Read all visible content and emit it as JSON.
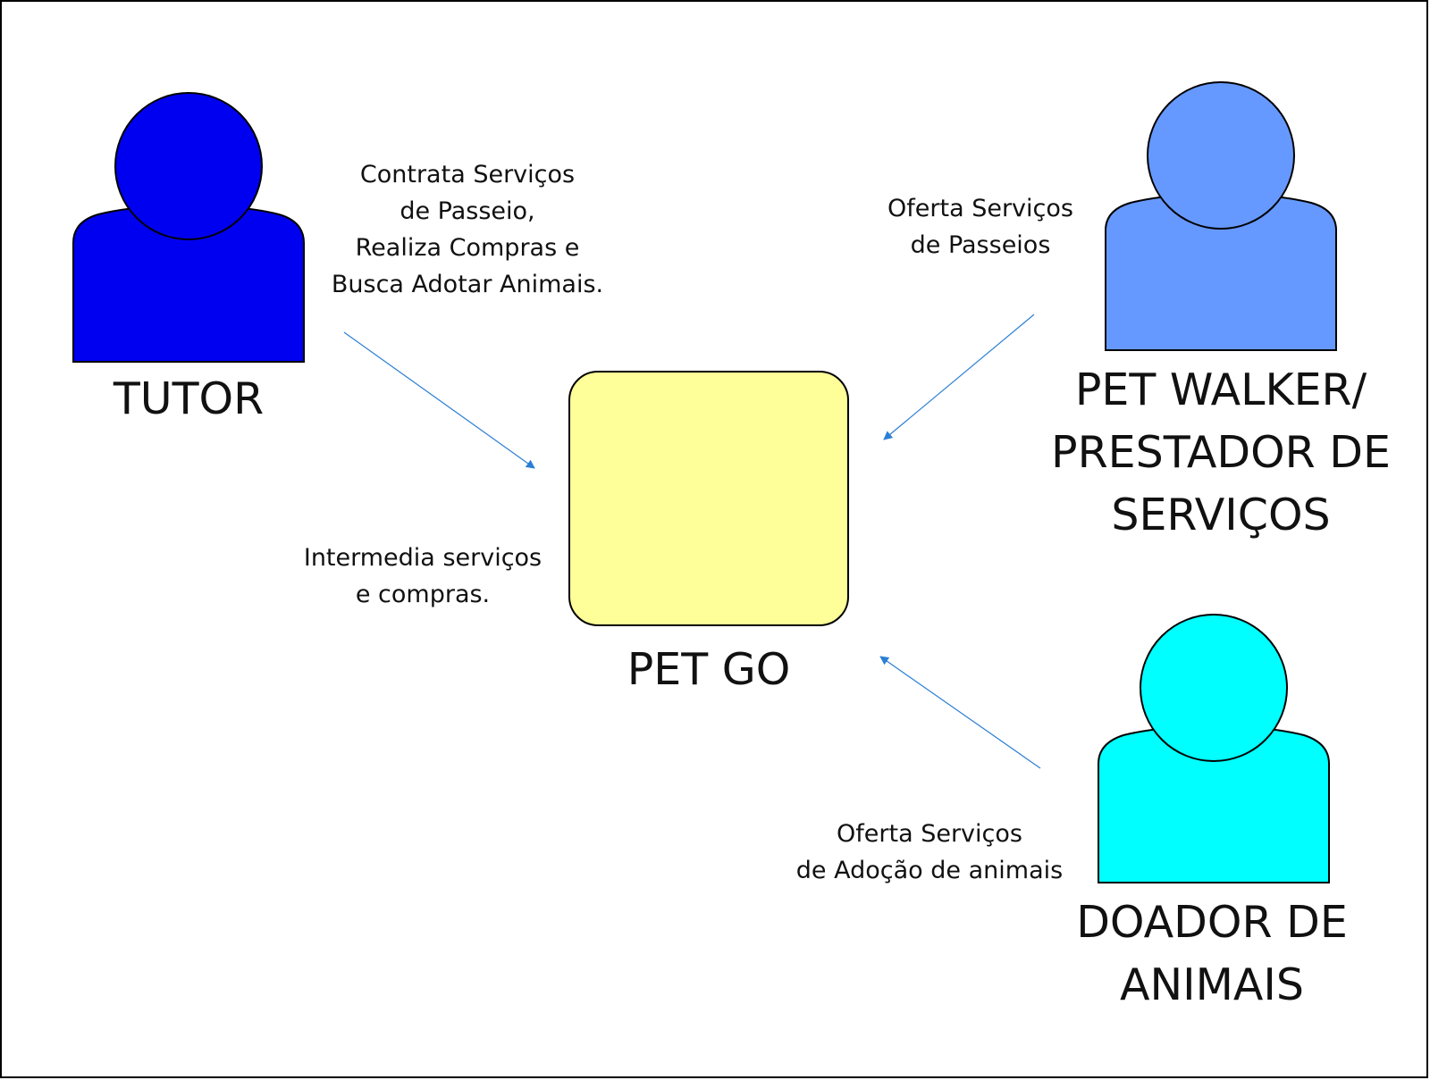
{
  "center": {
    "label": "PET GO"
  },
  "actors": {
    "tutor": {
      "name_lines": [
        "TUTOR"
      ],
      "color": "#0000f0"
    },
    "walker": {
      "name_lines": [
        "PET WALKER/",
        "PRESTADOR DE",
        "SERVIÇOS"
      ],
      "color": "#6699ff"
    },
    "donor": {
      "name_lines": [
        "DOADOR DE",
        "ANIMAIS"
      ],
      "color": "#00ffff"
    }
  },
  "edge_labels": {
    "tutor": [
      "Contrata Serviços",
      "de Passeio,",
      "Realiza Compras e",
      "Busca Adotar Animais."
    ],
    "walker": [
      "Oferta Serviços",
      "de Passeios"
    ],
    "donor": [
      "Oferta Serviços",
      "de Adoção de animais"
    ],
    "center": [
      "Intermedia serviços",
      "e compras."
    ]
  },
  "colors": {
    "center_fill": "#ffff99",
    "arrow": "#2a7fd4"
  }
}
